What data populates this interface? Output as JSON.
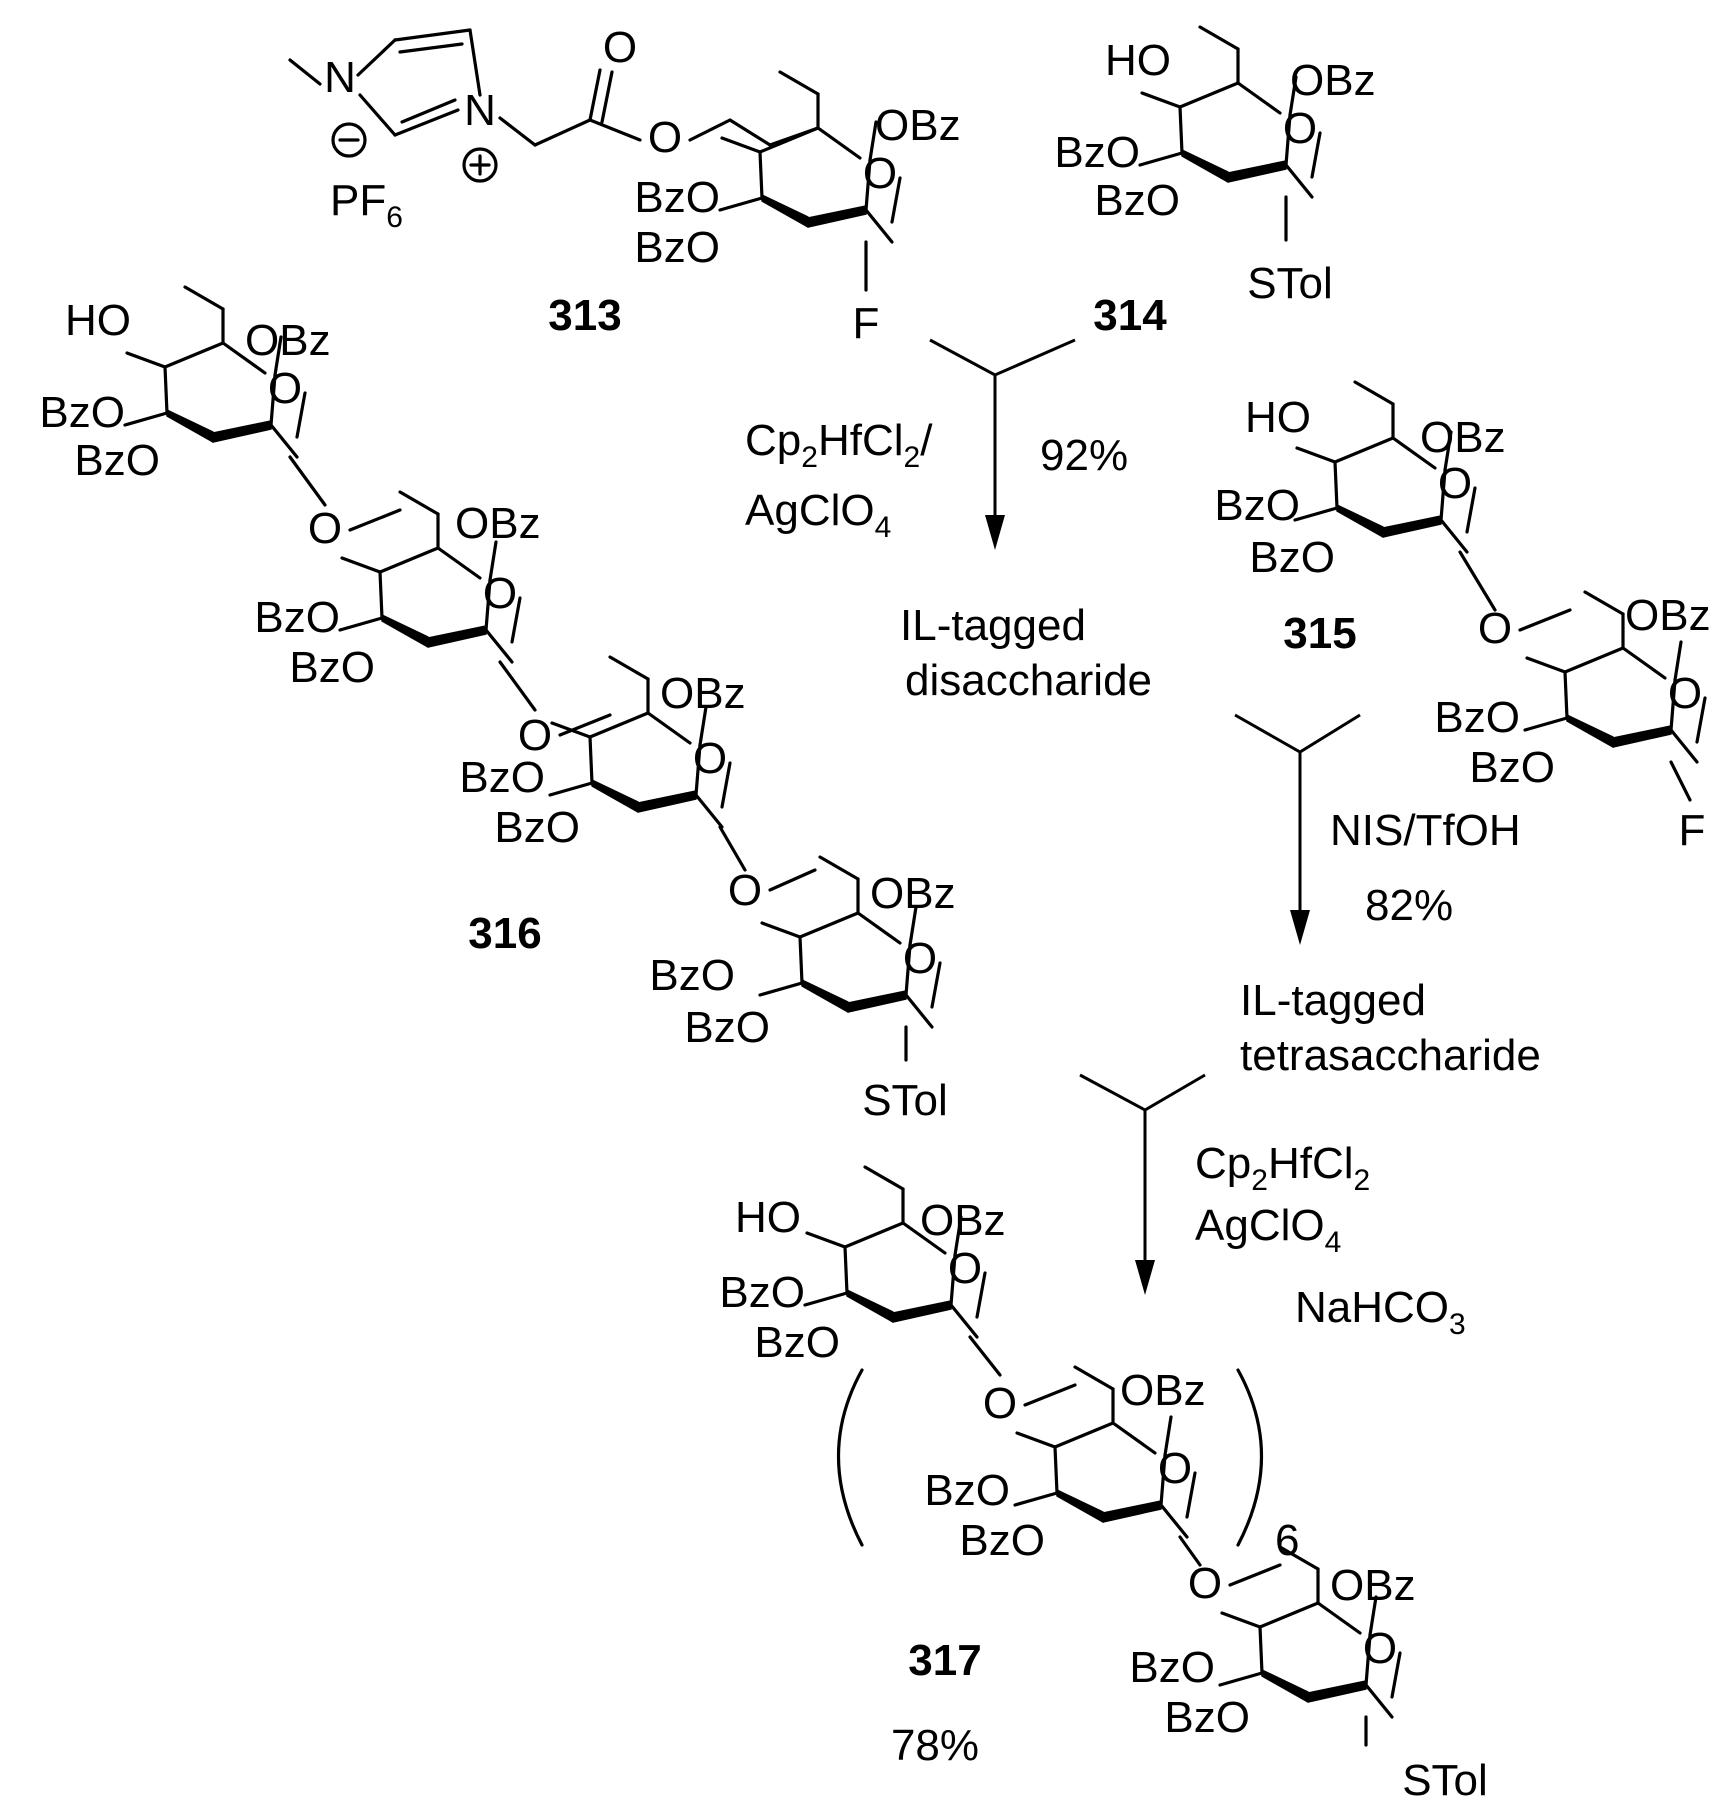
{
  "compounds": {
    "c313": {
      "id": "313"
    },
    "c314": {
      "id": "314"
    },
    "c315": {
      "id": "315"
    },
    "c316": {
      "id": "316"
    },
    "c317": {
      "id": "317",
      "yield": "78%"
    }
  },
  "atoms": {
    "obz": "OBz",
    "bzo": "BzO",
    "o": "O",
    "ho": "HO",
    "f": "F",
    "stol": "STol",
    "n": "N",
    "pf": "PF",
    "pf_sub": "6",
    "minus": "−",
    "plus": "+"
  },
  "steps": {
    "step1": {
      "line1": "Cp",
      "sub1": "2",
      "line1b": "HfCl",
      "sub1b": "2",
      "line1c": "/",
      "line2": "AgClO",
      "sub2": "4",
      "yield": "92%",
      "product1": "IL-tagged",
      "product2": "disaccharide"
    },
    "step2": {
      "reagent": "NIS/TfOH",
      "yield": "82%",
      "product1": "IL-tagged",
      "product2": "tetrasaccharide"
    },
    "step3": {
      "line1": "Cp",
      "sub1": "2",
      "line1b": "HfCl",
      "sub1b": "2",
      "line2": "AgClO",
      "sub2": "4",
      "line3": "NaHCO",
      "sub3": "3"
    }
  },
  "repeat": {
    "count": "6"
  }
}
